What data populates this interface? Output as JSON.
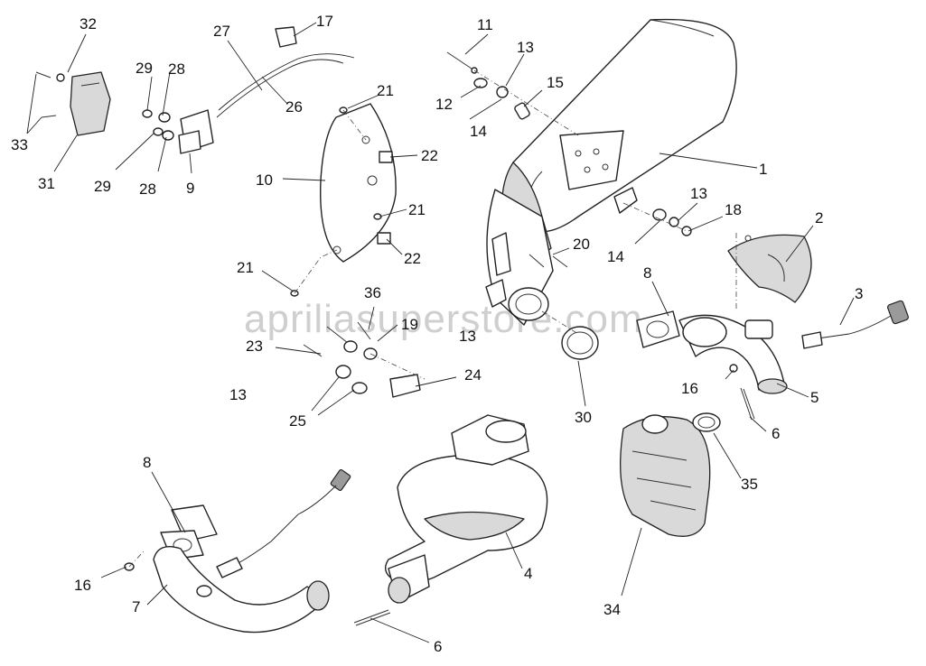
{
  "watermark": "apriliasuperstore.com",
  "callouts": {
    "c1": "1",
    "c2": "2",
    "c3": "3",
    "c4": "4",
    "c5": "5",
    "c6a": "6",
    "c6b": "6",
    "c7": "7",
    "c8a": "8",
    "c8b": "8",
    "c9": "9",
    "c10": "10",
    "c11": "11",
    "c12": "12",
    "c13a": "13",
    "c13b": "13",
    "c13c": "13",
    "c13d": "13",
    "c14a": "14",
    "c14b": "14",
    "c15": "15",
    "c16a": "16",
    "c16b": "16",
    "c17": "17",
    "c18": "18",
    "c19": "19",
    "c20": "20",
    "c21a": "21",
    "c21b": "21",
    "c21c": "21",
    "c22a": "22",
    "c22b": "22",
    "c23": "23",
    "c24": "24",
    "c25": "25",
    "c26": "26",
    "c27": "27",
    "c28a": "28",
    "c28b": "28",
    "c29a": "29",
    "c29b": "29",
    "c30": "30",
    "c31": "31",
    "c32": "32",
    "c33": "33",
    "c34": "34",
    "c35": "35",
    "c36": "36"
  }
}
